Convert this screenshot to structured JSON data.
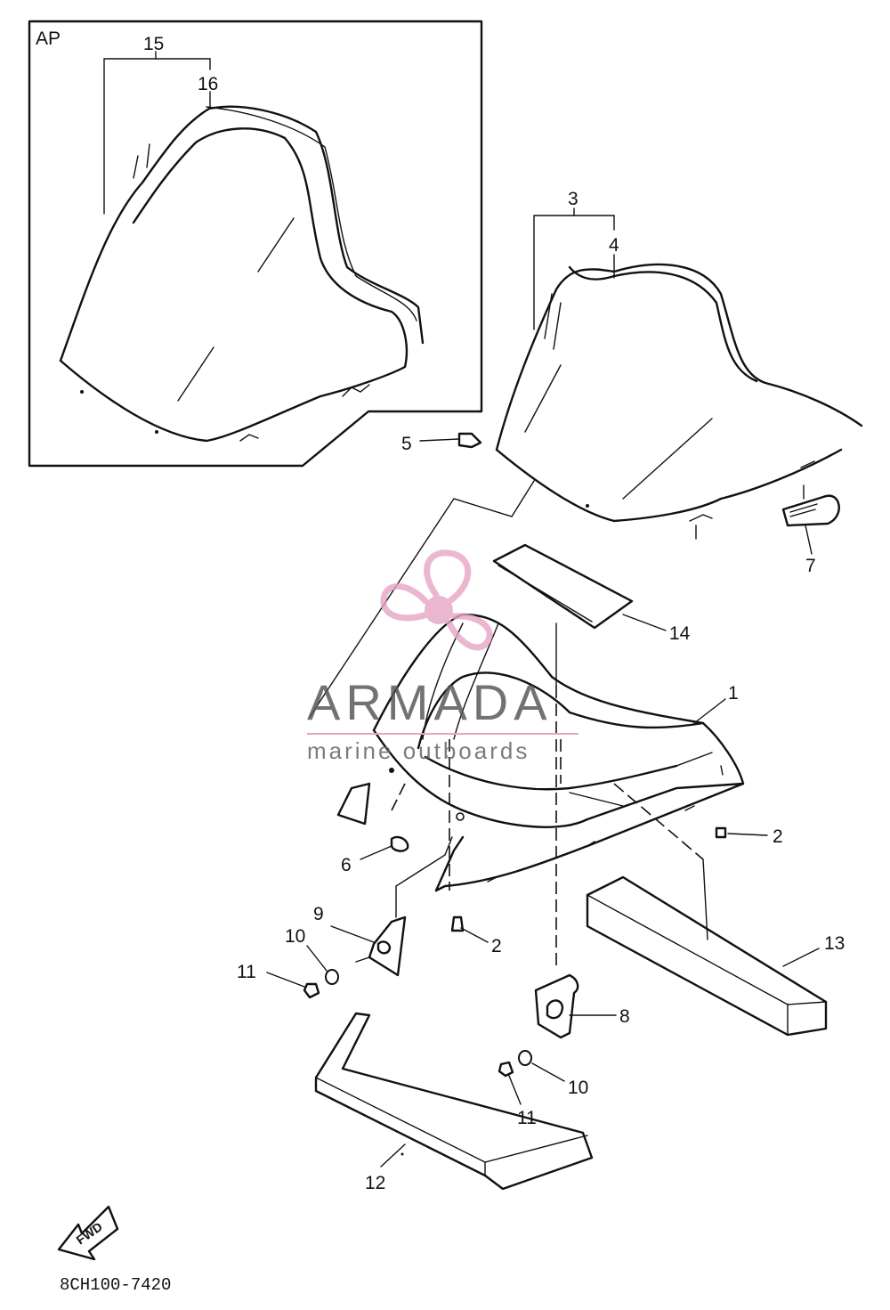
{
  "inset": {
    "tag": "AP"
  },
  "callouts": [
    "15",
    "16",
    "3",
    "4",
    "5",
    "7",
    "14",
    "1",
    "2",
    "2",
    "6",
    "9",
    "10",
    "11",
    "8",
    "10",
    "11",
    "13",
    "12"
  ],
  "fwd_label": "FWD",
  "diagram_code": "8CH100-7420",
  "watermark": {
    "brand": "ARMADA",
    "tagline": "marine outboards",
    "logo_color": "#e7a5c4"
  }
}
